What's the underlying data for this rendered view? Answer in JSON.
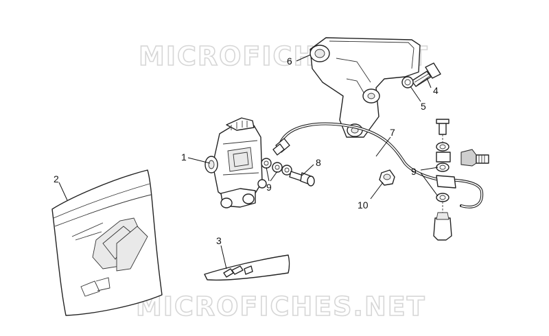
{
  "watermark": {
    "top": "MICROFICHES.NET",
    "bottom": "MICROFICHES.NET"
  },
  "callouts": [
    {
      "id": "1",
      "text": "1"
    },
    {
      "id": "2",
      "text": "2"
    },
    {
      "id": "3",
      "text": "3"
    },
    {
      "id": "4",
      "text": "4"
    },
    {
      "id": "5",
      "text": "5"
    },
    {
      "id": "6",
      "text": "6"
    },
    {
      "id": "7",
      "text": "7"
    },
    {
      "id": "8",
      "text": "8"
    },
    {
      "id": "9a",
      "text": "9"
    },
    {
      "id": "9b",
      "text": "9"
    },
    {
      "id": "10",
      "text": "10"
    }
  ]
}
